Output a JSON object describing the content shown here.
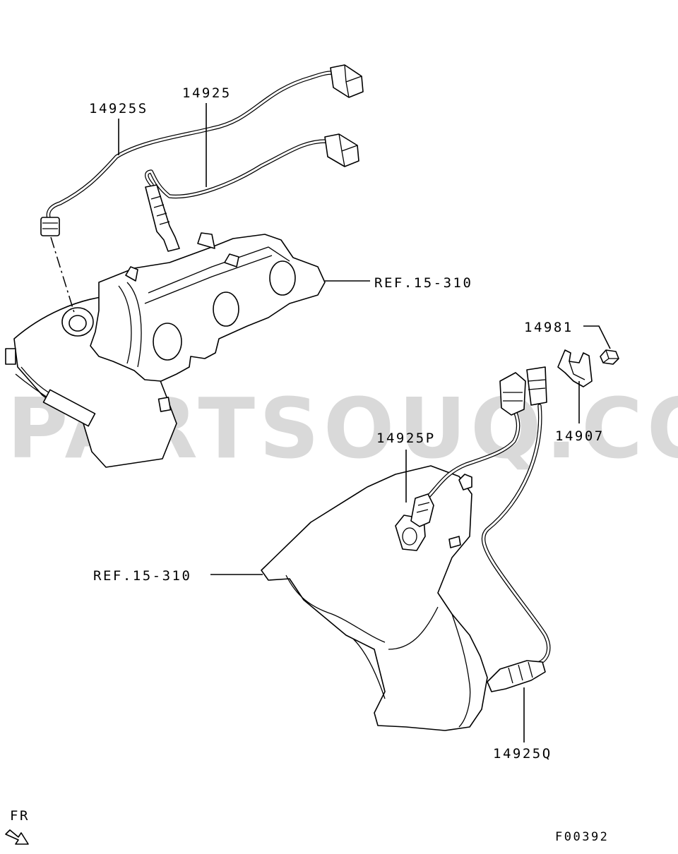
{
  "labels": {
    "p14925s": "14925S",
    "p14925": "14925",
    "ref_upper": "REF.15-310",
    "p14981": "14981",
    "p14907": "14907",
    "p14925p": "14925P",
    "ref_lower": "REF.15-310",
    "p14925q": "14925Q"
  },
  "watermark": "PARTSOUQ.COM",
  "direction_label": "FR",
  "figure_code": "F00392",
  "colors": {
    "line": "#000000",
    "watermark": "#d9d9d9",
    "background": "#ffffff"
  },
  "icons": {
    "front_direction": "front-arrow-icon"
  }
}
